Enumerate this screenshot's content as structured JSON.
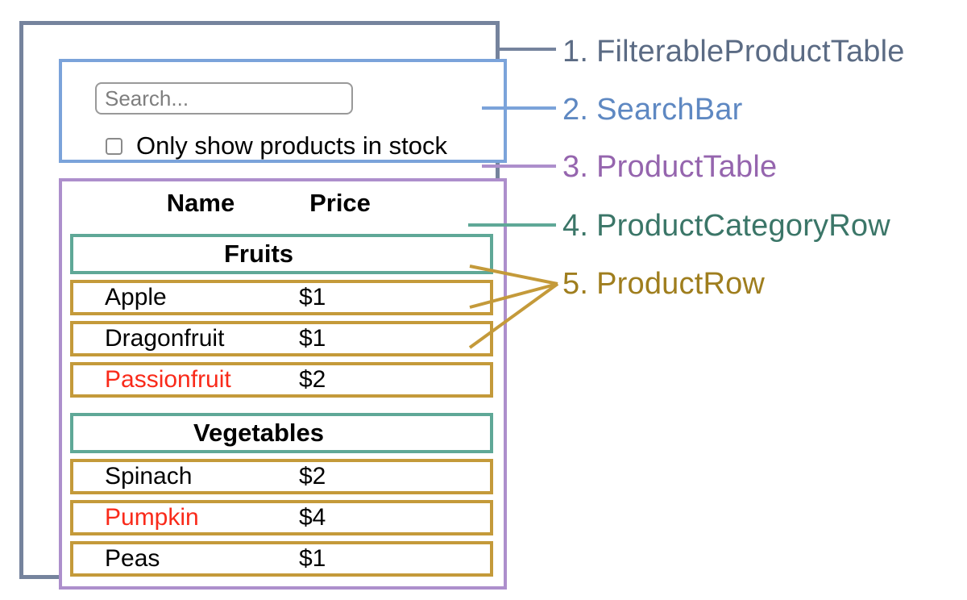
{
  "palette": {
    "container_border": "#75839d",
    "searchbar_border": "#7ba3da",
    "table_border": "#ad8fcc",
    "category_border": "#5fa897",
    "row_border": "#c49a3a",
    "out_of_stock_text": "#f92a1a"
  },
  "search_bar": {
    "input_placeholder": "Search...",
    "checkbox_label": "Only show products in stock",
    "checkbox_checked": false
  },
  "product_table": {
    "columns": [
      "Name",
      "Price"
    ],
    "sections": [
      {
        "category": "Fruits",
        "rows": [
          {
            "name": "Apple",
            "price": "$1",
            "out_of_stock": false
          },
          {
            "name": "Dragonfruit",
            "price": "$1",
            "out_of_stock": false
          },
          {
            "name": "Passionfruit",
            "price": "$2",
            "out_of_stock": true
          }
        ]
      },
      {
        "category": "Vegetables",
        "rows": [
          {
            "name": "Spinach",
            "price": "$2",
            "out_of_stock": false
          },
          {
            "name": "Pumpkin",
            "price": "$4",
            "out_of_stock": true
          },
          {
            "name": "Peas",
            "price": "$1",
            "out_of_stock": false
          }
        ]
      }
    ]
  },
  "legend": {
    "items": [
      {
        "number": "1.",
        "label": "FilterableProductTable",
        "color": "#5b6b84"
      },
      {
        "number": "2.",
        "label": "SearchBar",
        "color": "#5e88c2"
      },
      {
        "number": "3.",
        "label": "ProductTable",
        "color": "#9565ae"
      },
      {
        "number": "4.",
        "label": "ProductCategoryRow",
        "color": "#3b7668"
      },
      {
        "number": "5.",
        "label": "ProductRow",
        "color": "#9f7e1e"
      }
    ]
  }
}
